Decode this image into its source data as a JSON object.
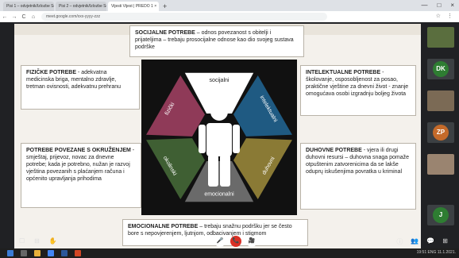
{
  "browser": {
    "tabs": [
      {
        "label": "Pisi 1 – odvjetnik/Izlozbe Sci ×"
      },
      {
        "label": "Pisi 2 – odvjetnik/Izlozbe Sci ×"
      },
      {
        "label": "Vijesti Vijest | PREDO 1 ×"
      }
    ],
    "new_tab": "+",
    "url": "meet.google.com/xxx-yyyy-zzz",
    "window_controls": [
      "—",
      "□",
      "×"
    ],
    "nav": [
      "←",
      "→",
      "C",
      "⌂"
    ],
    "ext_icons": [
      "☆",
      "⋮"
    ]
  },
  "slide": {
    "top_box": {
      "title": "SOCIJALNE POTREBE",
      "text": " – odnos povezanost s obitelji i prijateljima – trebaju prosocijalne odnose kao dio svojeg sustava podrške"
    },
    "left_top_box": {
      "title": "FIZIČKE POTREBE",
      "text": " - adekvatna medicinska briga, mentalno zdravlje, tretman ovisnosti, adekvatnu prehranu"
    },
    "left_bottom_box": {
      "title": "POTREBE POVEZANE S OKRUŽENJEM",
      "text": " - smještaj, prijevoz, novac za dnevne potrebe; kada je potrebno, nužan je razvoj vještina povezanih s plaćanjem računa i općenito upravljanja prihodima"
    },
    "right_top_box": {
      "title": "INTELEKTUALNE POTREBE",
      "text": " - školovanje, osposobljenost za posao, praktične vještine za dnevni život - znanje omogućava osobi izgradnju boljeg života"
    },
    "right_bottom_box": {
      "title": "DUHOVNE POTREBE",
      "text": " - vjera ili drugi duhovni resursi – duhovna snaga pomaže otpuštenim zatvorenicima da se lakše oduprų iskušenjima povratka u kriminal"
    },
    "bottom_box": {
      "title": "EMOCIONALNE POTREBE",
      "text": " – trebaju snažnu podršku jer se često bore s nepovjerenjem, ljutnjom, odbacivanjem i stigmom"
    },
    "wheel": {
      "segments": [
        {
          "label": "socijalni",
          "color": "#ffffff"
        },
        {
          "label": "intelektualni",
          "color": "#1f5a82"
        },
        {
          "label": "duhovni",
          "color": "#8a7a35"
        },
        {
          "label": "emocionalni",
          "color": "#6a6a6a"
        },
        {
          "label": "okolinski",
          "color": "#3f5f33"
        },
        {
          "label": "fizički",
          "color": "#8f3a58"
        }
      ],
      "bg": "#111111"
    }
  },
  "participants": [
    {
      "initials": "",
      "color": "#5a6e3e"
    },
    {
      "initials": "DK",
      "color": "#2e7d32"
    },
    {
      "initials": "",
      "color": "#7b6a55"
    },
    {
      "initials": "ZP",
      "color": "#c46a2a"
    },
    {
      "initials": "",
      "color": "#9a8470"
    },
    {
      "initials": "J",
      "color": "#2e7d32"
    }
  ],
  "controls": {
    "left": [
      "☐",
      "⊟",
      "✋"
    ],
    "center": [
      "🎤",
      "📞",
      "🎥"
    ],
    "right": [
      "ⓘ",
      "👥",
      "💬",
      "⊞"
    ]
  },
  "taskbar": {
    "clock": "19:51  ENG  11.1.2021."
  }
}
